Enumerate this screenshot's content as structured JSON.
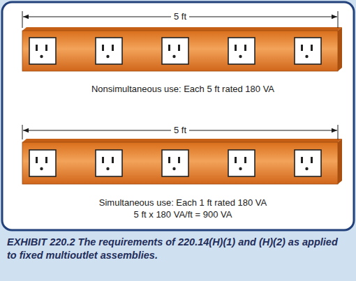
{
  "diagram": {
    "caption": "EXHIBIT 220.2 The requirements of 220.14(H)(1) and (H)(2) as applied to fixed multioutlet assemblies.",
    "labels": [
      "5 ft",
      "Nonsimultaneous use: Each 5 ft rated 180 VA",
      "5 ft",
      "Simultaneous use: Each 1 ft rated 180 VA",
      "5 ft x 180 VA/ft = 900 VA"
    ]
  }
}
